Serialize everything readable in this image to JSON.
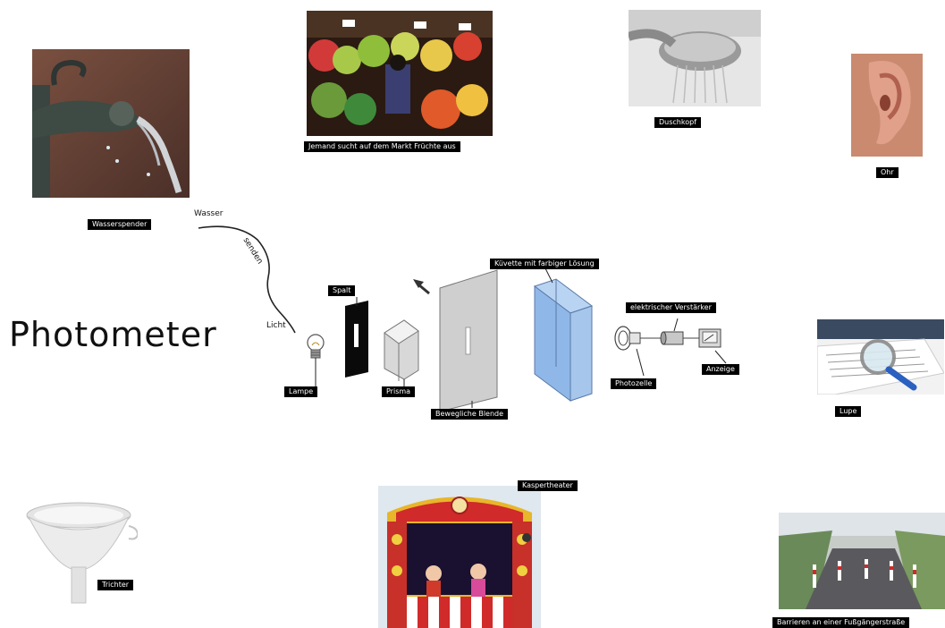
{
  "title": "Photometer",
  "labels": {
    "wasserspender": "Wasserspender",
    "markt": "Jemand sucht  auf dem Markt Früchte aus",
    "duschkopf": "Duschkopf",
    "ohr": "Ohr",
    "kuevette": "Küvette mit farbiger Lösung",
    "spalt": "Spalt",
    "verstaerker": "elektrischer Verstärker",
    "lampe": "Lampe",
    "prisma": "Prisma",
    "blende": "Bewegliche Blende",
    "photozelle": "Photozelle",
    "anzeige": "Anzeige",
    "lupe": "Lupe",
    "trichter": "Trichter",
    "kasper": "Kaspertheater",
    "barrieren": "Barrieren an einer Fußgängerstraße"
  },
  "annotations": {
    "wasser": "Wasser",
    "senden": "senden",
    "licht": "Licht"
  },
  "colors": {
    "label_bg": "#000000",
    "label_text": "#ffffff",
    "cuvette": "#8fb8e8"
  }
}
